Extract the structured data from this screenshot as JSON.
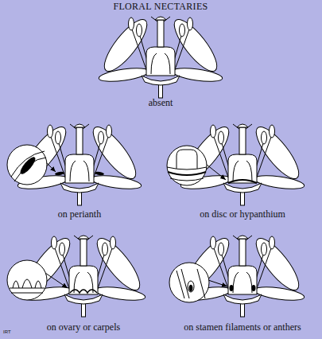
{
  "diagram": {
    "title": "FLORAL NECTARIES",
    "labels": [
      "absent",
      "on perianth",
      "on disc or hypanthium",
      "on ovary or carpels",
      "on stamen filaments or anthers",
      "IRT"
    ]
  }
}
